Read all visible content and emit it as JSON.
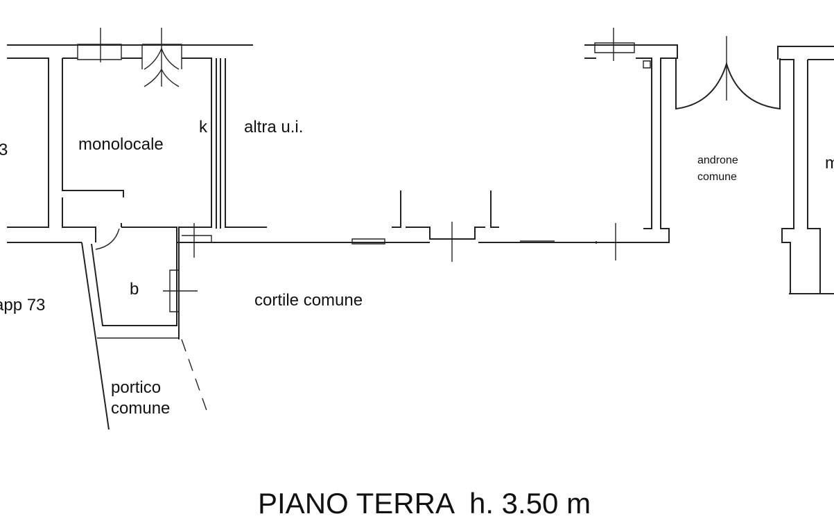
{
  "plan": {
    "title": "PIANO TERRA  h. 3.50 m",
    "rooms": {
      "left_unit_partial": "3",
      "monolocale": "monolocale",
      "kitchen": "k",
      "altra_ui": "altra u.i.",
      "bathroom": "b",
      "app73": "app 73",
      "cortile": "cortile comune",
      "portico": "portico\ncomune",
      "androne": "androne\ncomune",
      "right_partial": "m"
    }
  }
}
